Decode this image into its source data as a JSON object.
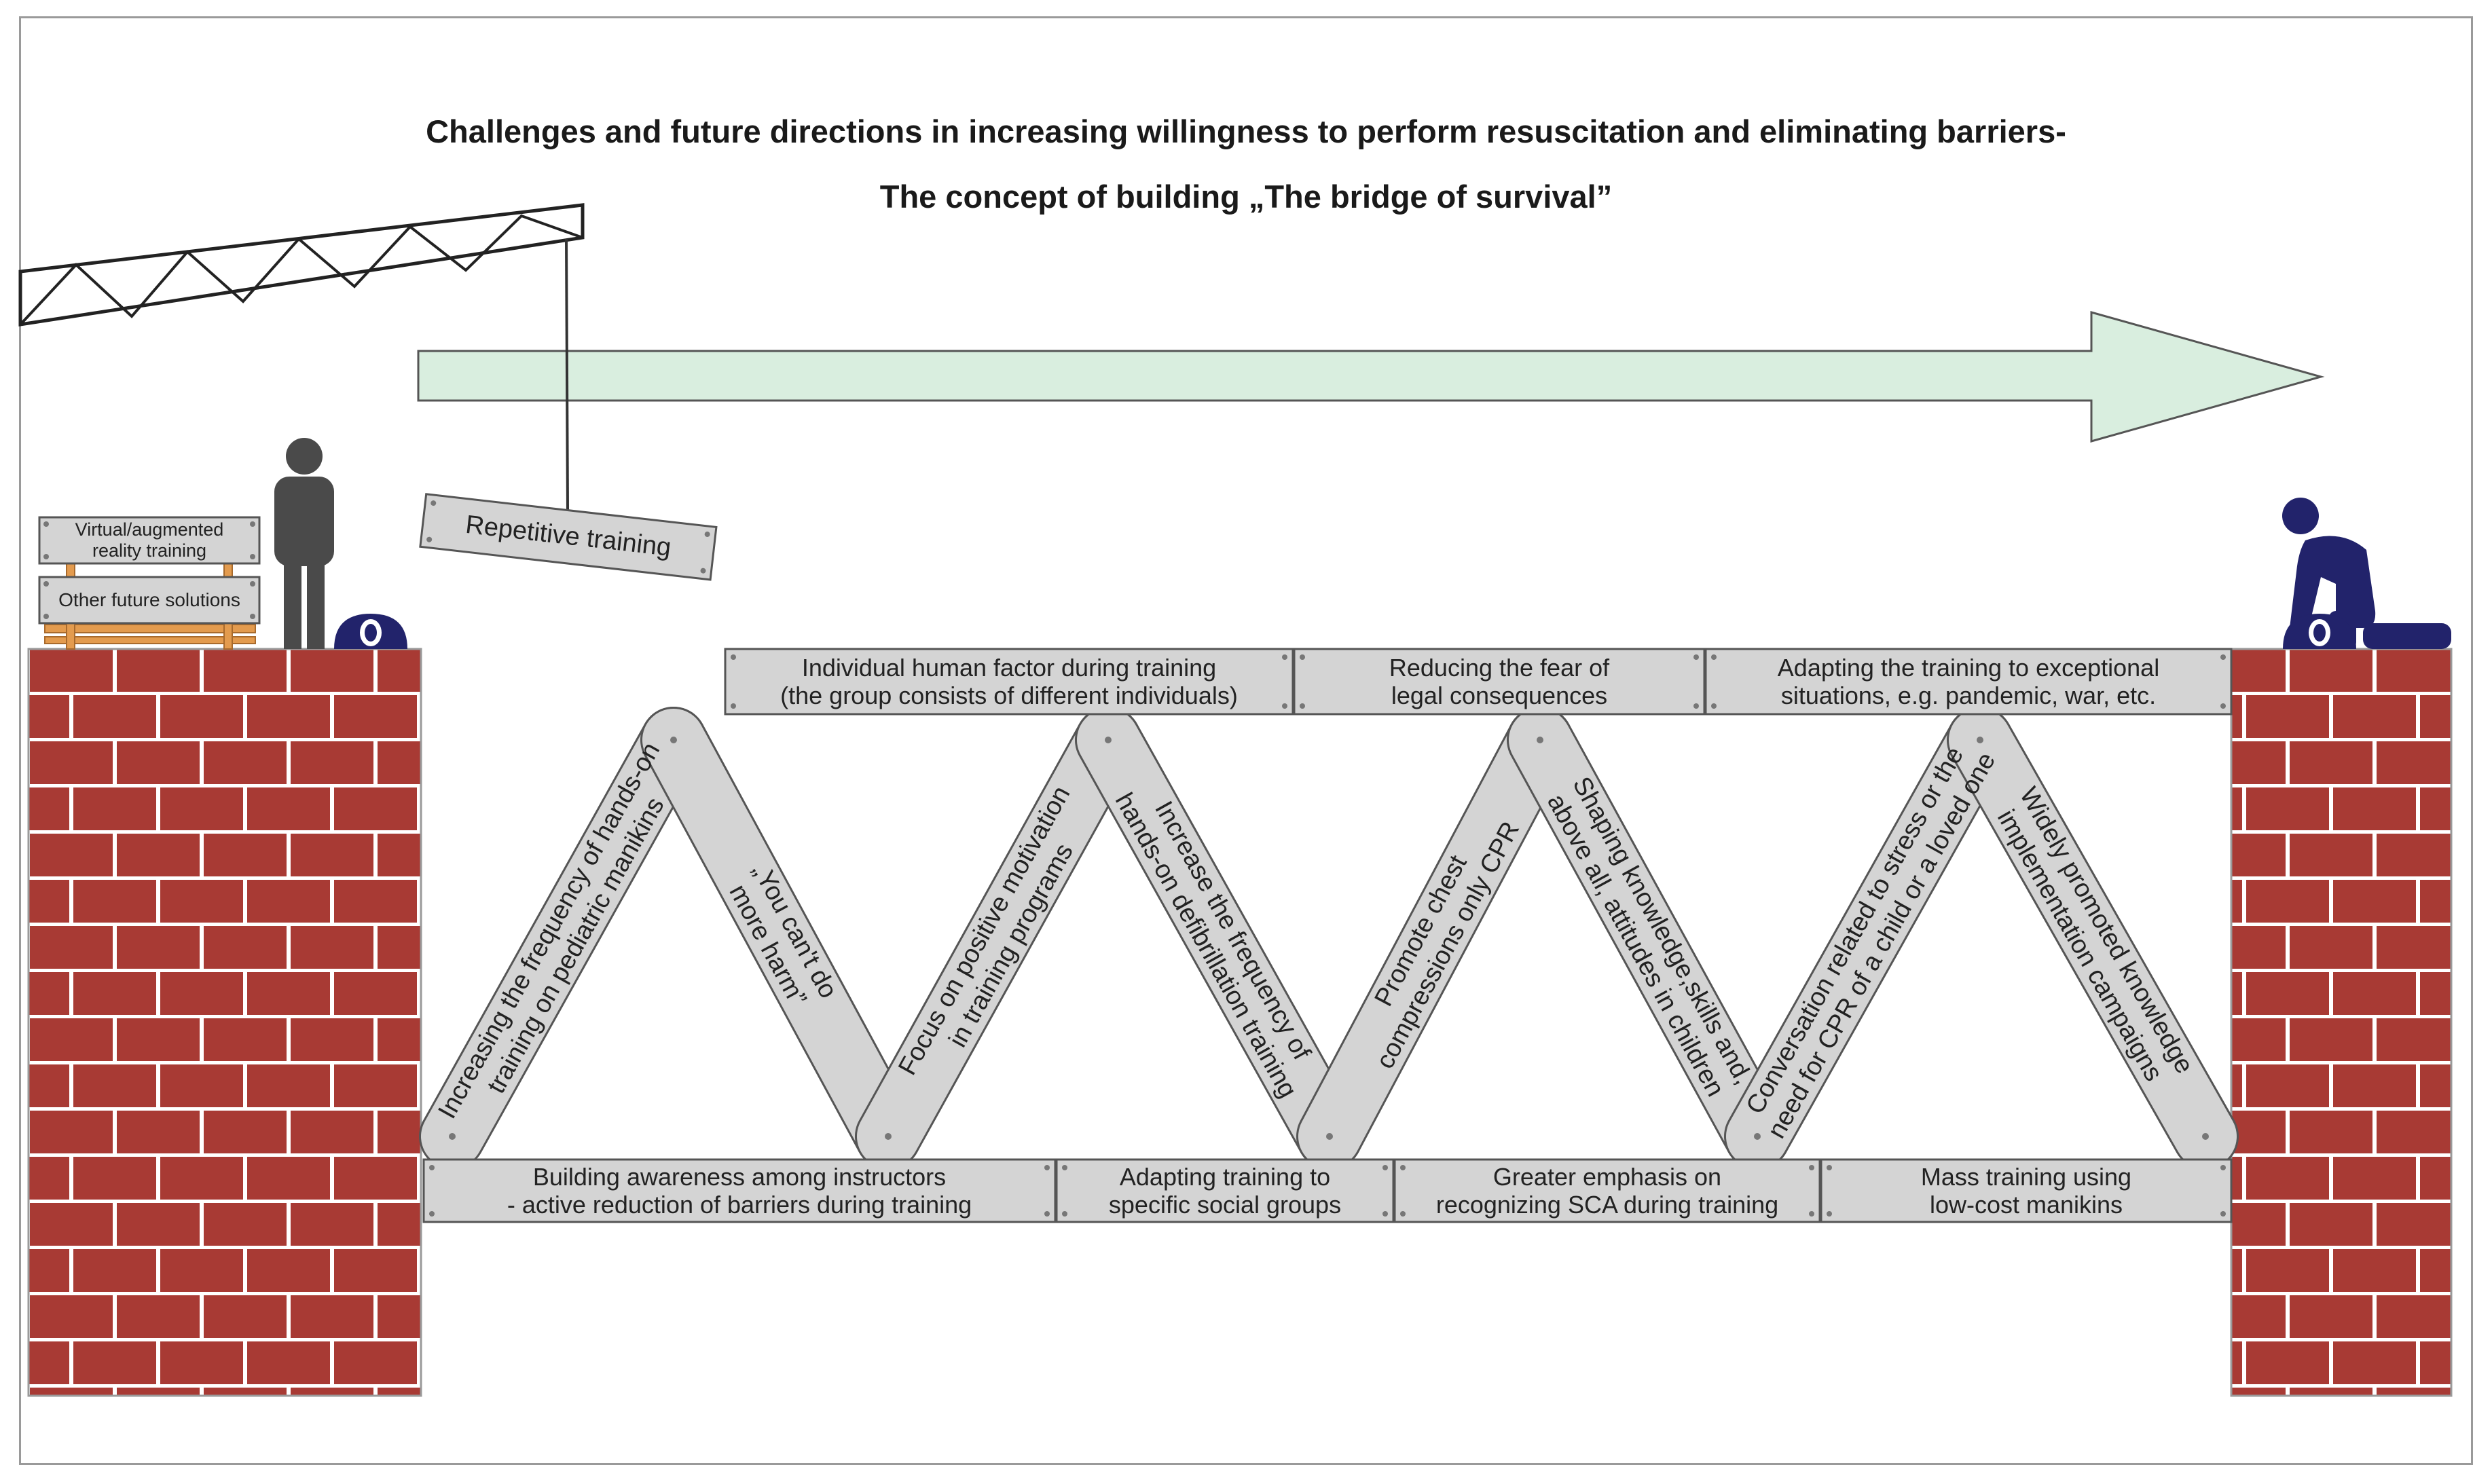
{
  "title": {
    "line1": "Challenges and future directions in increasing willingness to perform resuscitation and eliminating barriers-",
    "line2": "The concept of building „The bridge of survival”"
  },
  "crane_sign": "Repetitive training",
  "bench_signs": {
    "top": [
      "Virtual/augmented",
      "reality training"
    ],
    "bottom": "Other future solutions"
  },
  "top_deck": [
    [
      "Individual human factor during training",
      "(the group consists of different individuals)"
    ],
    [
      "Reducing the fear of",
      "legal consequences"
    ],
    [
      "Adapting the training to exceptional",
      "situations, e.g. pandemic, war, etc."
    ]
  ],
  "bottom_deck": [
    [
      "Building awareness among instructors",
      "- active reduction of barriers during training"
    ],
    [
      "Adapting training to",
      "specific social groups"
    ],
    [
      "Greater emphasis on",
      "recognizing SCA during training"
    ],
    [
      "Mass training using",
      "low-cost manikins"
    ]
  ],
  "diagonals": [
    [
      "Increasing the frequency of hands-on",
      "training on pediatric manikins"
    ],
    [
      "„You can't do",
      "more harm”"
    ],
    [
      "Focus on positive motivation",
      "in training programs"
    ],
    [
      "Increase the frequency of",
      "hands-on defibrillation training"
    ],
    [
      "Promote chest",
      "compressions only CPR"
    ],
    [
      "Shaping knowledge,skills and,",
      "above all, attitudes in children"
    ],
    [
      "Conversation related to stress or the",
      "need for CPR of a child or a loved one"
    ],
    [
      "Widely promoted knowledge",
      "implementation campaigns"
    ]
  ],
  "icons": [
    "standing-person-icon",
    "kneeling-rescuer-icon",
    "manikin-icon",
    "crane-icon",
    "arrow-icon",
    "brick-wall-icon"
  ],
  "colors": {
    "brick": "#a83a34",
    "mortar": "#ffffff",
    "plank": "#d4d4d4",
    "plank_border": "#555555",
    "arrow_fill": "#d9eedf",
    "arrow_stroke": "#555555",
    "person_standing": "#4a4a4a",
    "rescuer": "#22236b",
    "bench": "#e39b4e"
  }
}
